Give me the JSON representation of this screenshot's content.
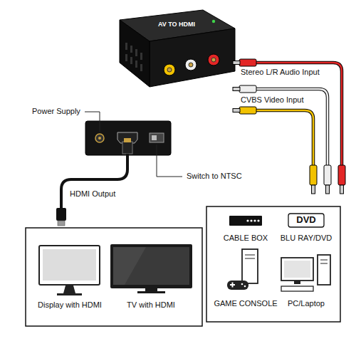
{
  "diagram": {
    "labels": [
      "AV TO HDMI",
      "Stereo L/R Audio Input",
      "CVBS Video Input",
      "Power Supply",
      "Switch to NTSC",
      "HDMI Output",
      "CABLE BOX",
      "DVD",
      "BLU RAY/DVD",
      "Display with HDMI",
      "TV with HDMI",
      "GAME CONSOLE",
      "PC/Laptop"
    ]
  }
}
